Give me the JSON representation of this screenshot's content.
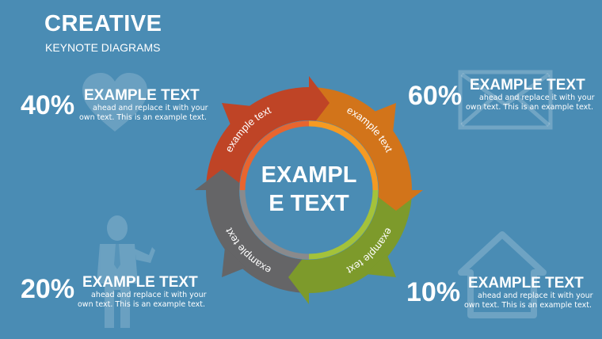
{
  "header": {
    "title": "CREATIVE",
    "subtitle": "KEYNOTE DIAGRAMS"
  },
  "center": {
    "line1": "EXAMPL",
    "line2": "E TEXT"
  },
  "segments": [
    {
      "label": "example text",
      "color": "#bf4426"
    },
    {
      "label": "example text",
      "color": "#d2741a"
    },
    {
      "label": "example text",
      "color": "#7d9a2b"
    },
    {
      "label": "example text",
      "color": "#656567"
    }
  ],
  "blocks": {
    "top_left": {
      "percent": "40%",
      "heading": "EXAMPLE TEXT",
      "body_line1": "ahead and replace it with your",
      "body_line2": "own text. This is an example text."
    },
    "top_right": {
      "percent": "60%",
      "heading": "EXAMPLE TEXT",
      "body_line1": "ahead and replace it with your",
      "body_line2": "own text. This is an example text."
    },
    "bottom_left": {
      "percent": "20%",
      "heading": "EXAMPLE TEXT",
      "body_line1": "ahead and replace it with your",
      "body_line2": "own text. This is an example text."
    },
    "bottom_right": {
      "percent": "10%",
      "heading": "EXAMPLE TEXT",
      "body_line1": "ahead and replace it with your",
      "body_line2": "own text. This is an example text."
    }
  },
  "icons": {
    "top_left": "heart-icon",
    "top_right": "envelope-icon",
    "bottom_left": "businessman-icon",
    "bottom_right": "house-icon"
  }
}
